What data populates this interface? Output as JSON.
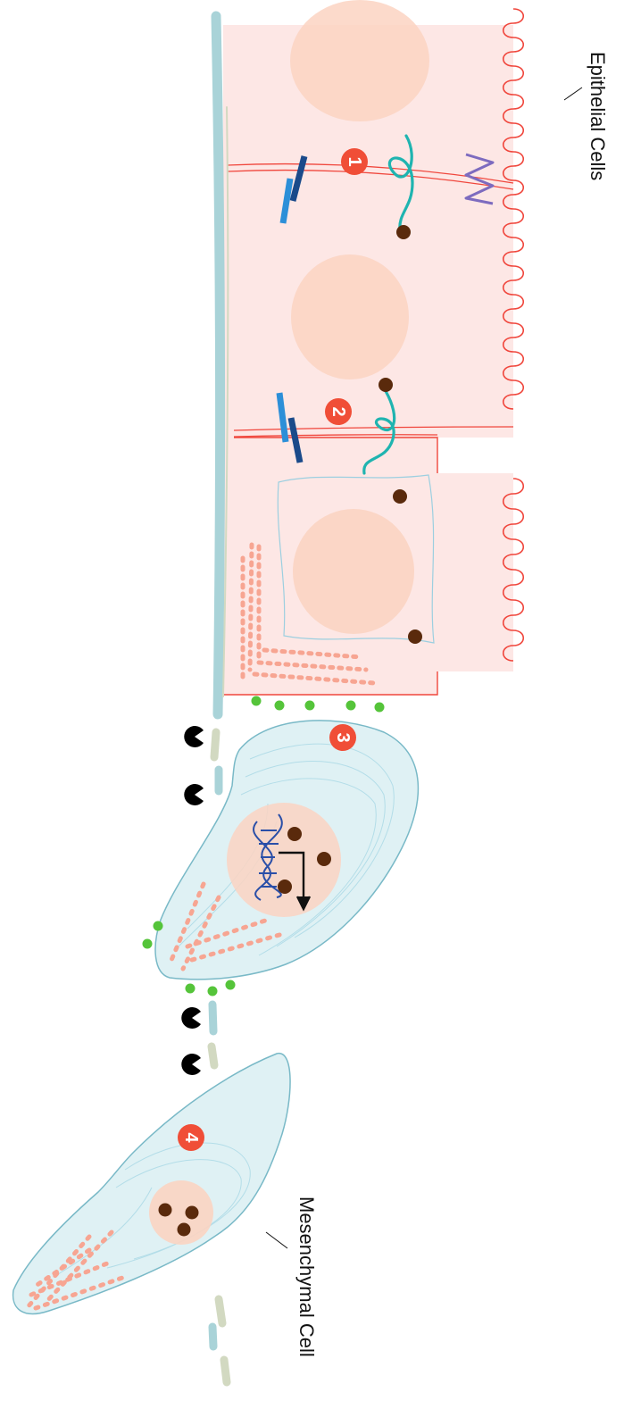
{
  "labels": {
    "epithelial": "Epithelial Cells",
    "mesenchymal": "Mesenchymal Cell"
  },
  "steps": [
    "1",
    "2",
    "3",
    "4"
  ],
  "colors": {
    "epithelial_fill": "#fde7e5",
    "epithelial_outline": "#f0463c",
    "nucleus": "#fbd4c2",
    "basement_membrane": "#a9d3d8",
    "basement_membrane_alt": "#d2d9c1",
    "mesenchymal_fill": "#dff1f4",
    "mesenchymal_outline": "#79b9c7",
    "step_marker": "#f04e37",
    "dots_pink": "#f7a592",
    "dots_green": "#55c43a",
    "protein_dot": "#5a2a0c",
    "cadherin": "#1fb4b0",
    "junction_dark": "#1a4a8a",
    "junction_light": "#2c8fd8",
    "desmosome": "#7d6bbf",
    "dna": "#2a4fa8",
    "mmp": "#000000"
  },
  "icons": [
    "pacman-icon",
    "dna-icon",
    "transcription-arrow-icon",
    "adherens-junction-icon",
    "tight-junction-icon",
    "desmosome-icon"
  ]
}
